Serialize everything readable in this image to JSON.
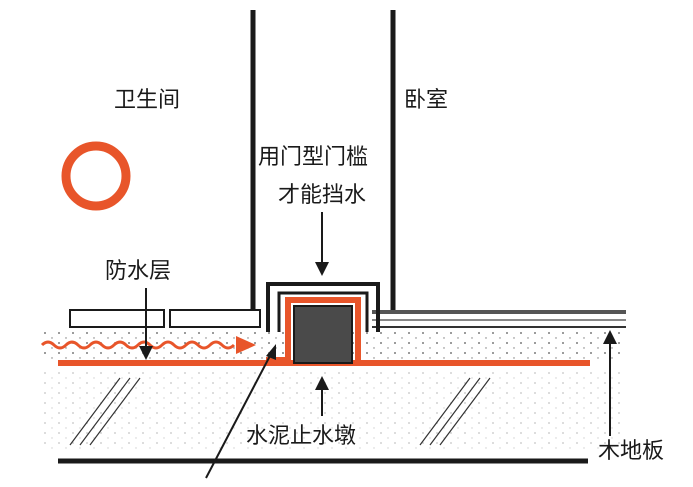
{
  "labels": {
    "bathroom": "卫生间",
    "bedroom": "卧室",
    "threshold_line1": "用门型门槛",
    "threshold_line2": "才能挡水",
    "waterproof_layer": "防水层",
    "cement_pier": "水泥止水墩",
    "wood_floor": "木地板"
  },
  "colors": {
    "accent": "#e8552a",
    "line": "#1a1a1a",
    "pier": "#4a4a4a",
    "screed": "#f6f6f2"
  },
  "icons": {
    "water_pipe": "circle-ring-icon",
    "water_flow": "wavy-arrow-icon"
  }
}
